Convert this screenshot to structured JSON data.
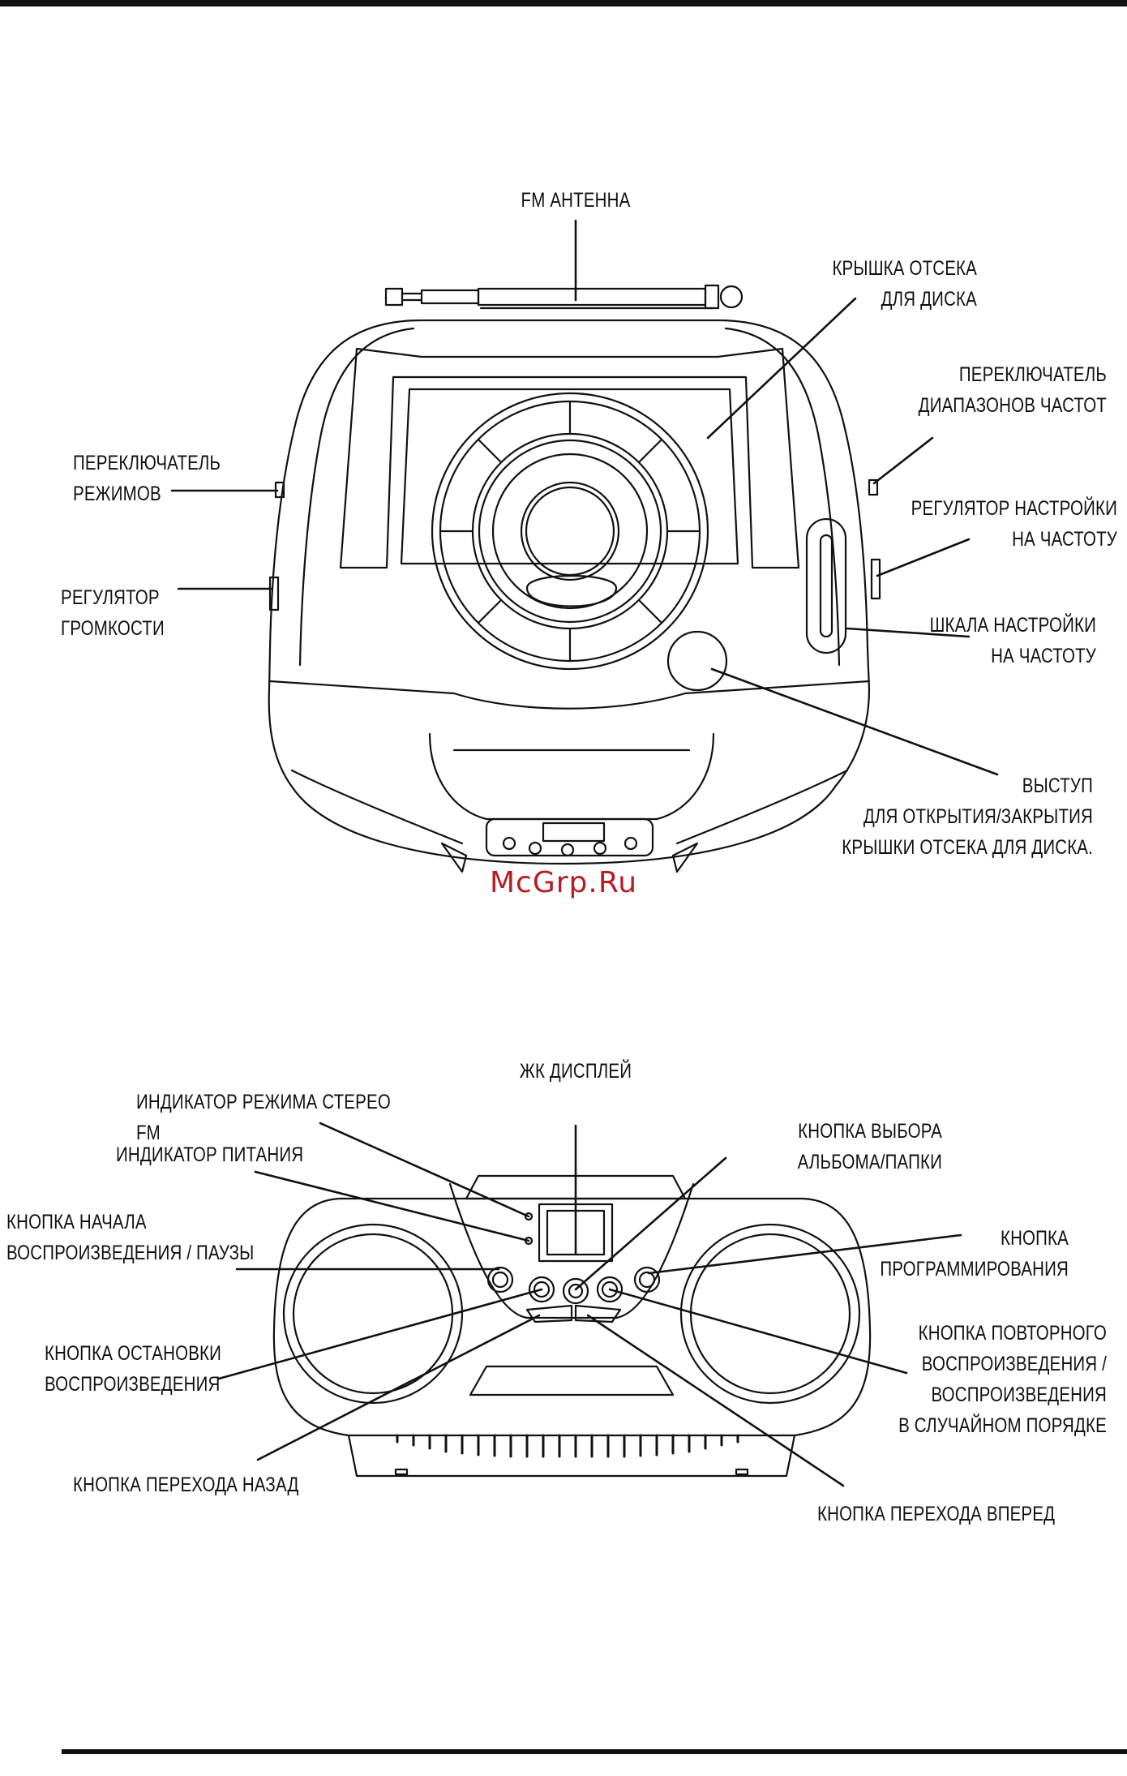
{
  "colors": {
    "ink": "#111111",
    "watermark": "#b81c24",
    "background": "#ffffff"
  },
  "watermark": "McGrp.Ru",
  "top_view": {
    "labels": {
      "fm_antenna": "FM АНТЕННА",
      "disc_lid": "КРЫШКА ОТСЕКА\nДЛЯ ДИСКА",
      "band_switch": "ПЕРЕКЛЮЧАТЕЛЬ\nДИАПАЗОНОВ ЧАСТОТ",
      "mode_switch": "ПЕРЕКЛЮЧАТЕЛЬ\nРЕЖИМОВ",
      "tuning_knob": "РЕГУЛЯТОР НАСТРОЙКИ\nНА ЧАСТОТУ",
      "volume": "РЕГУЛЯТОР\nГРОМКОСТИ",
      "tuning_scale": "ШКАЛА НАСТРОЙКИ\nНА ЧАСТОТУ",
      "lid_tab": "ВЫСТУП\nДЛЯ ОТКРЫТИЯ/ЗАКРЫТИЯ\nКРЫШКИ  ОТСЕКА ДЛЯ ДИСКА."
    }
  },
  "front_view": {
    "labels": {
      "lcd": "ЖК ДИСПЛЕЙ",
      "stereo_indicator": "ИНДИКАТОР РЕЖИМА СТЕРЕО FM",
      "power_indicator": "ИНДИКАТОР ПИТАНИЯ",
      "album_button": "КНОПКА ВЫБОРА\nАЛЬБОМА/ПАПКИ",
      "play_pause": "КНОПКА НАЧАЛА\nВОСПРОИЗВЕДЕНИЯ / ПАУЗЫ",
      "program": "КНОПКА\nПРОГРАММИРОВАНИЯ",
      "stop": "КНОПКА ОСТАНОВКИ\nВОСПРОИЗВЕДЕНИЯ",
      "repeat": "КНОПКА ПОВТОРНОГО\nВОСПРОИЗВЕДЕНИЯ /\nВОСПРОИЗВЕДЕНИЯ\nВ СЛУЧАЙНОМ ПОРЯДКЕ",
      "skip_back": "КНОПКА ПЕРЕХОДА НАЗАД",
      "skip_forward": "КНОПКА ПЕРЕХОДА ВПЕРЕД"
    }
  }
}
